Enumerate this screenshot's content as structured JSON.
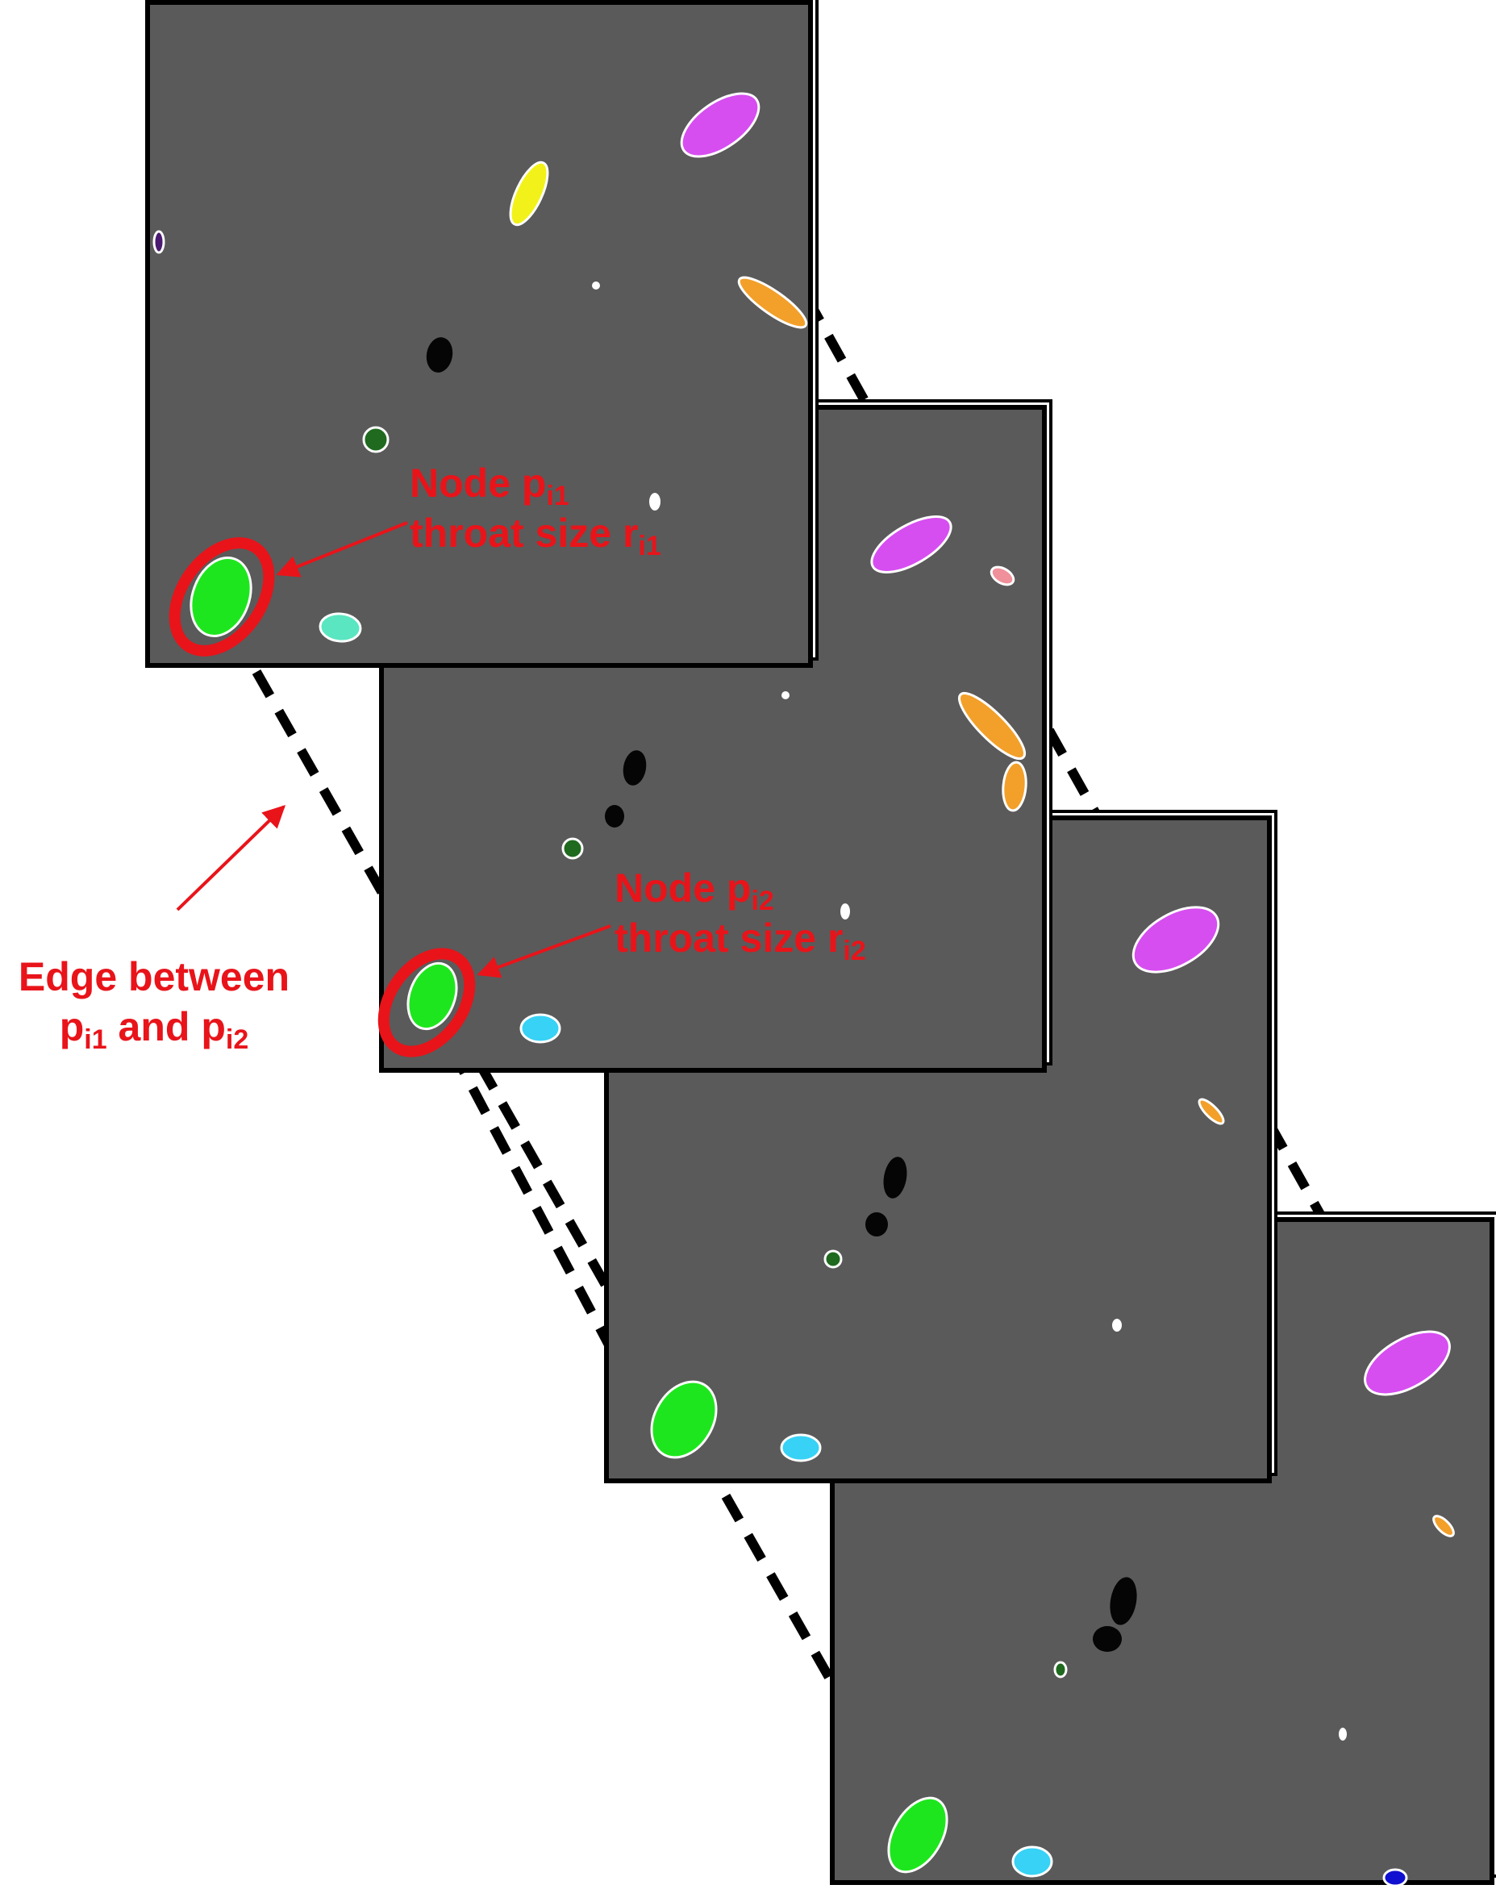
{
  "colors": {
    "annotation": "#e8141a",
    "slice_bg": "#5a5a5a",
    "frame": "#000000",
    "dash": "#000000",
    "outline": "#ffffff"
  },
  "labels": {
    "node1": {
      "line1": "Node p",
      "line1_sub": "i1",
      "line2": "throat size r",
      "line2_sub": "i1"
    },
    "node2": {
      "line1": "Node p",
      "line1_sub": "i2",
      "line2": "throat size r",
      "line2_sub": "i2"
    },
    "edge": {
      "line1": "Edge between",
      "line2_a": "p",
      "line2_a_sub": "i1",
      "line2_mid": " and p",
      "line2_b_sub": "i2"
    }
  },
  "blob_colors": {
    "green": "#1ee61e",
    "magenta": "#d64ef0",
    "yellow": "#f2f21a",
    "orange": "#f2a02a",
    "cyan": "#37d2f5",
    "teal": "#5ae6c0",
    "blue": "#1010d0",
    "darkgreen": "#1f6a1f",
    "black": "#050505",
    "pink": "#f0909a",
    "purple": "#4a1a70",
    "white": "#ffffff"
  }
}
